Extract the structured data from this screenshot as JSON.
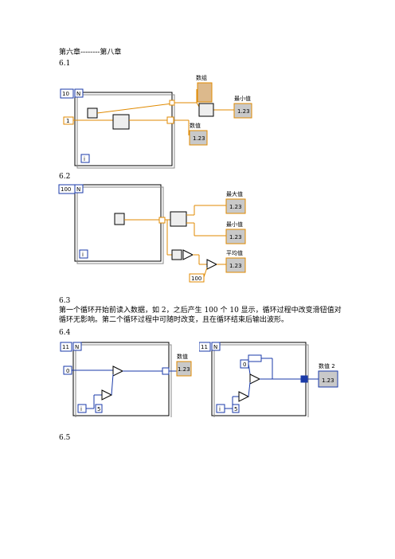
{
  "header": {
    "title": "第六章--------第八章"
  },
  "sections": [
    {
      "id": "6.1",
      "heading": "6.1"
    },
    {
      "id": "6.2",
      "heading": "6.2"
    },
    {
      "id": "6.3",
      "heading": "6.3",
      "body": "第一个循环开始前读入数据，如 2，之后产生 100 个 10 显示，循环过程中改变滑钮值对循环无影响。第二个循环过程中可随时改变，且在循环结束后输出波形。"
    },
    {
      "id": "6.4",
      "heading": "6.4"
    },
    {
      "id": "6.5",
      "heading": "6.5"
    }
  ],
  "diagram_6_1": {
    "loop_count": "10",
    "loop_letter": "N",
    "iter_letter": "i",
    "input_const": "1",
    "label_array": "数组",
    "label_min": "最小值",
    "label_value": "数值",
    "indicator_text": "1.23"
  },
  "diagram_6_2": {
    "loop_count": "100",
    "loop_letter": "N",
    "iter_letter": "i",
    "label_max": "最大值",
    "label_min": "最小值",
    "label_avg": "平均值",
    "const_100": "100",
    "indicator_text": "1.23"
  },
  "diagram_6_4a": {
    "loop_count": "11",
    "loop_letter": "N",
    "iter_letter": "i",
    "const_0": "0",
    "const_5": "5",
    "label_value": "数值",
    "indicator_text": "1.23"
  },
  "diagram_6_4b": {
    "loop_count": "11",
    "loop_letter": "N",
    "iter_letter": "i",
    "const_0": "0",
    "const_5": "5",
    "label_value": "数值 2",
    "indicator_text": "1.23"
  }
}
